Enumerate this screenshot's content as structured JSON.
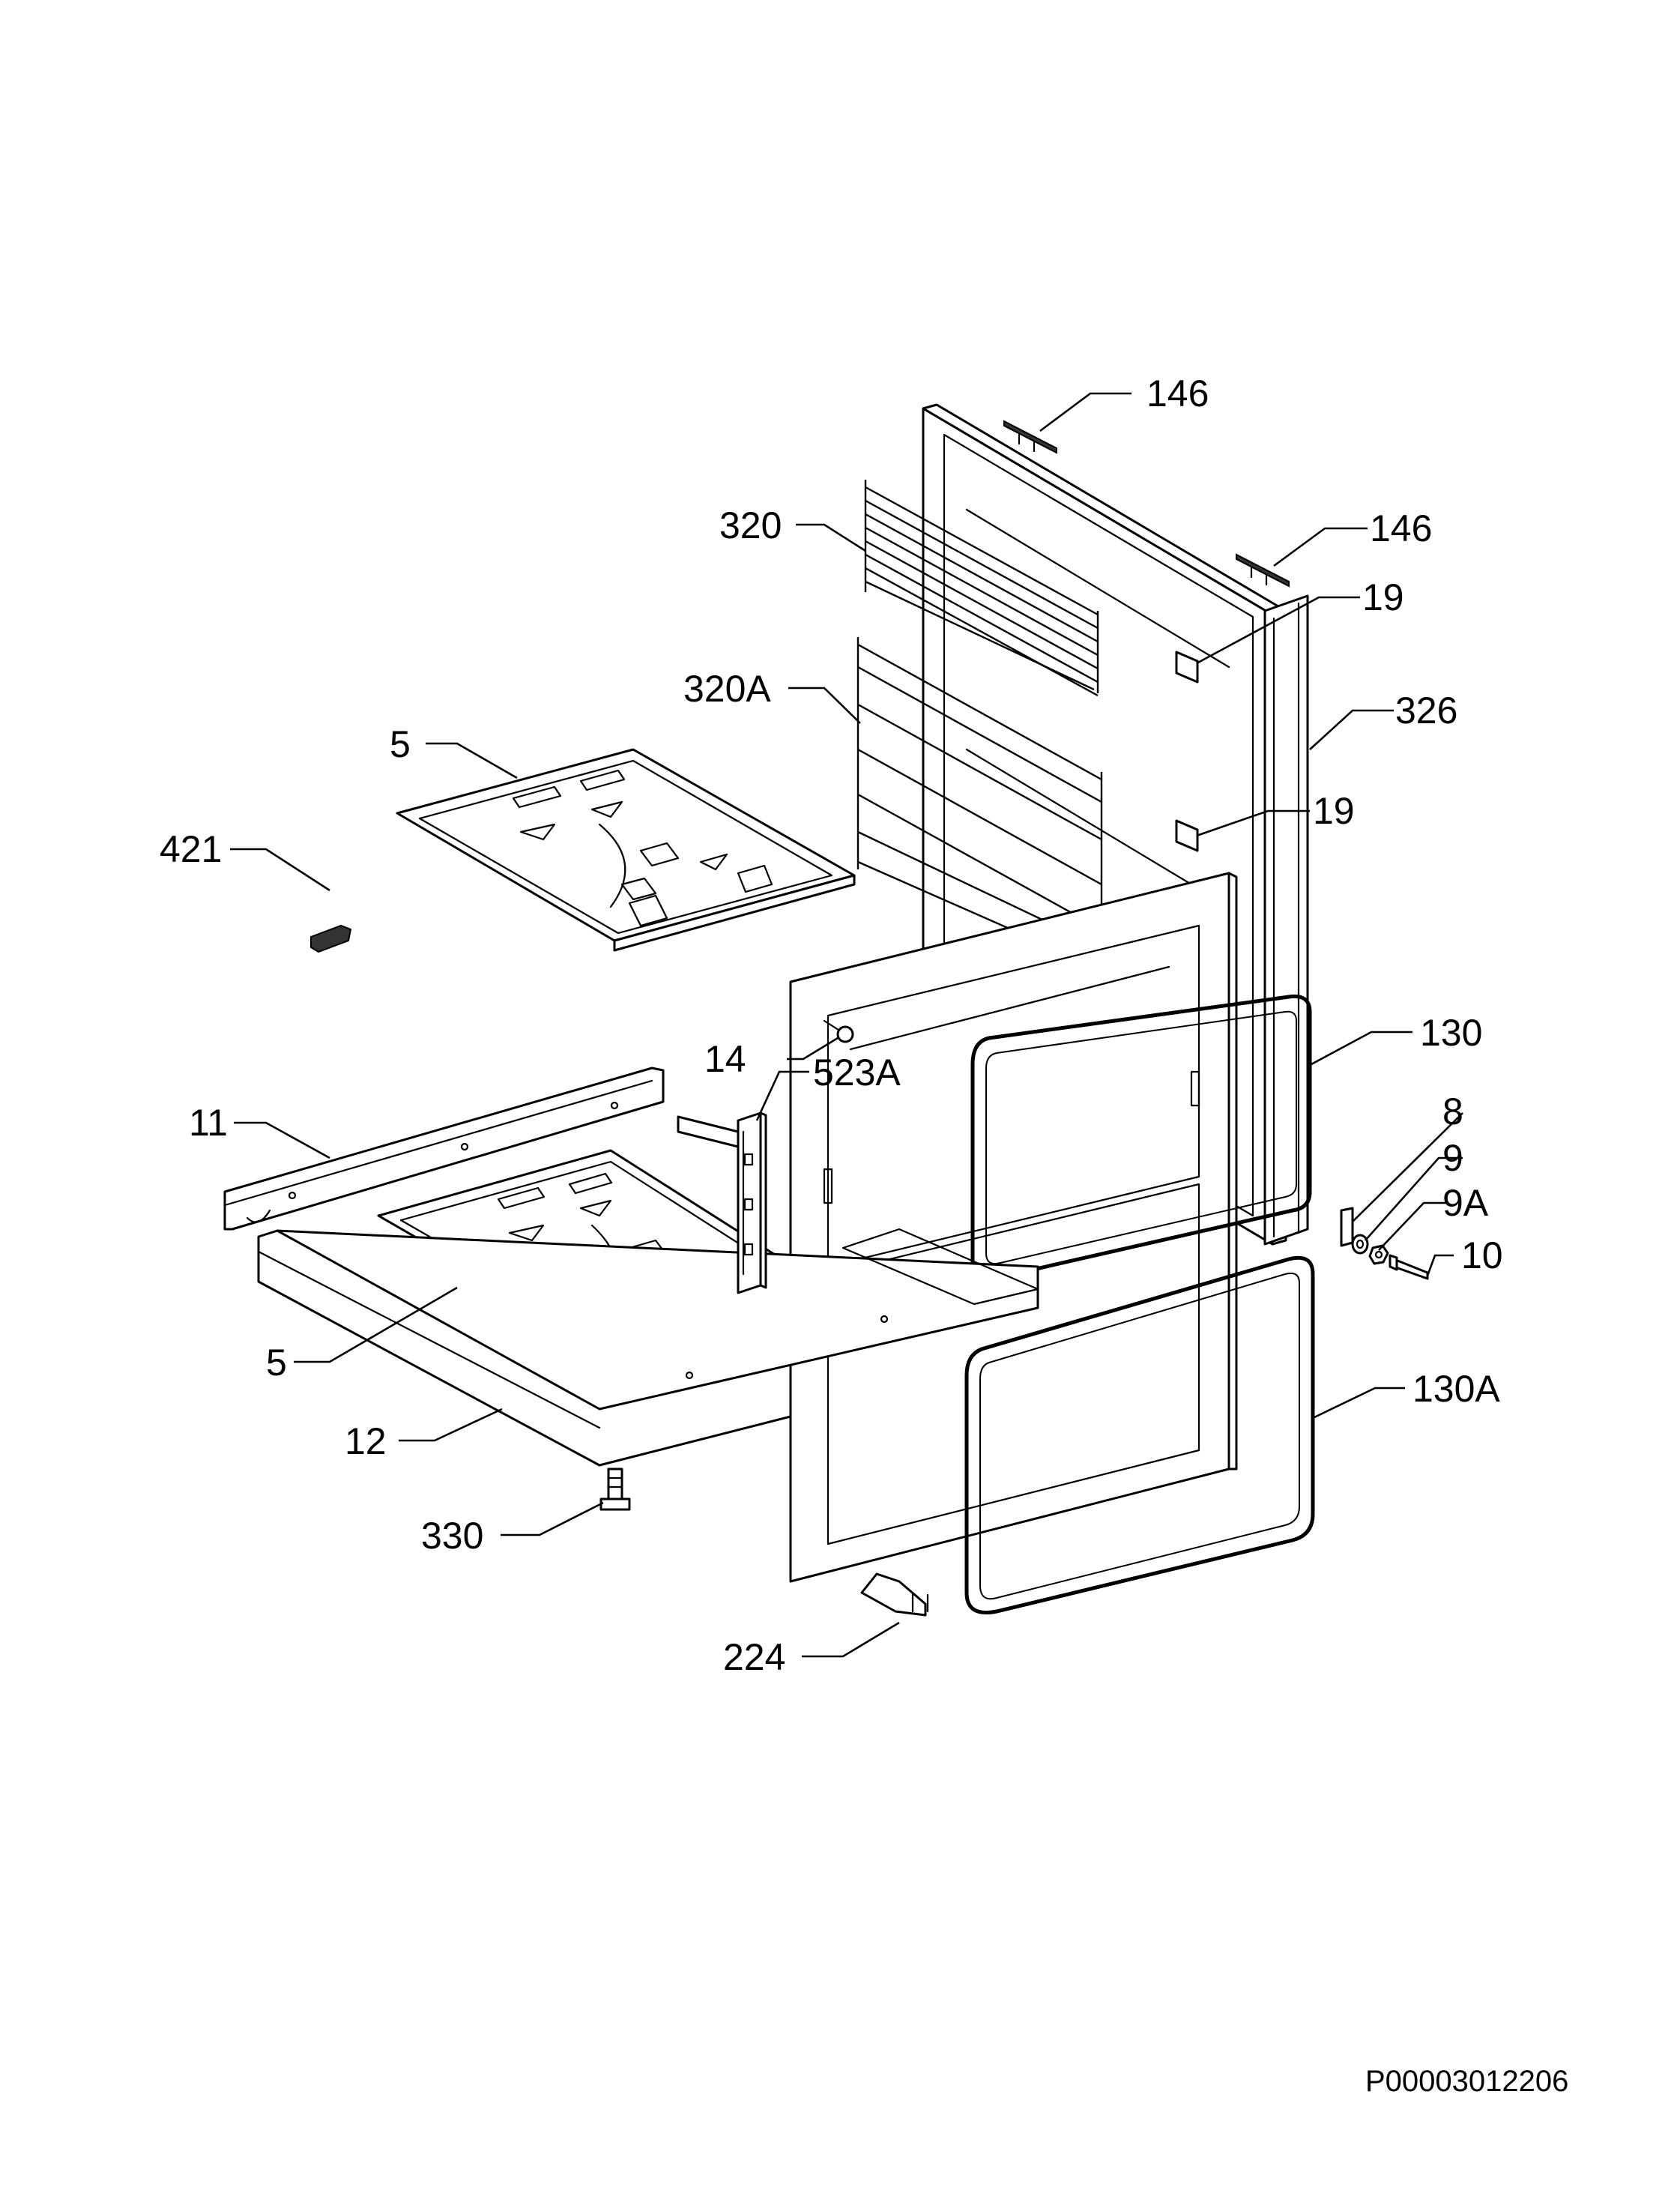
{
  "diagram": {
    "reference_code": "P00003012206",
    "callouts": [
      {
        "id": "146-top",
        "label": "146"
      },
      {
        "id": "146-right",
        "label": "146"
      },
      {
        "id": "320",
        "label": "320"
      },
      {
        "id": "19-top",
        "label": "19"
      },
      {
        "id": "320A",
        "label": "320A"
      },
      {
        "id": "326",
        "label": "326"
      },
      {
        "id": "5-top",
        "label": "5"
      },
      {
        "id": "19-bottom",
        "label": "19"
      },
      {
        "id": "421",
        "label": "421"
      },
      {
        "id": "130",
        "label": "130"
      },
      {
        "id": "14",
        "label": "14"
      },
      {
        "id": "523A",
        "label": "523A"
      },
      {
        "id": "11",
        "label": "11"
      },
      {
        "id": "8",
        "label": "8"
      },
      {
        "id": "9",
        "label": "9"
      },
      {
        "id": "9A",
        "label": "9A"
      },
      {
        "id": "10",
        "label": "10"
      },
      {
        "id": "5-bottom",
        "label": "5"
      },
      {
        "id": "130A",
        "label": "130A"
      },
      {
        "id": "12",
        "label": "12"
      },
      {
        "id": "330",
        "label": "330"
      },
      {
        "id": "224",
        "label": "224"
      }
    ]
  }
}
